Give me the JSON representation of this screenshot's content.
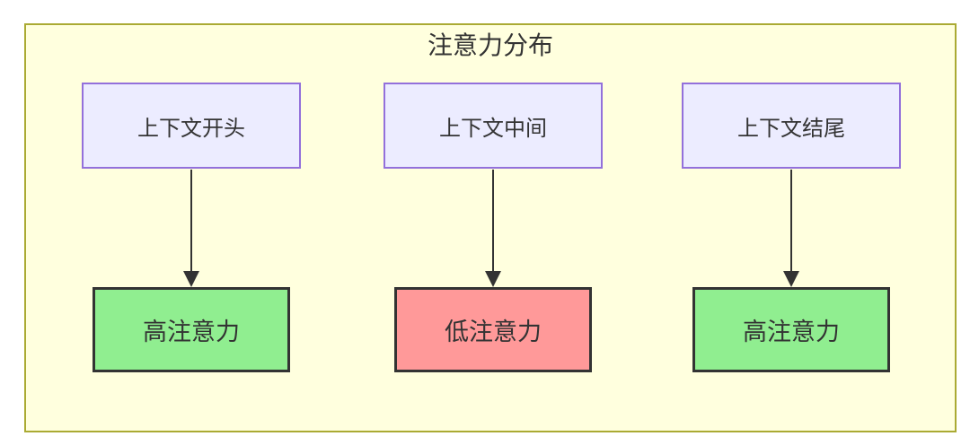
{
  "diagram": {
    "title": "注意力分布",
    "top_nodes": [
      {
        "id": "context-begin",
        "label": "上下文开头"
      },
      {
        "id": "context-middle",
        "label": "上下文中间"
      },
      {
        "id": "context-end",
        "label": "上下文结尾"
      }
    ],
    "bottom_nodes": [
      {
        "id": "high-attention-1",
        "label": "高注意力",
        "type": "high"
      },
      {
        "id": "low-attention",
        "label": "低注意力",
        "type": "low"
      },
      {
        "id": "high-attention-2",
        "label": "高注意力",
        "type": "high"
      }
    ],
    "edges": [
      {
        "from": "context-begin",
        "to": "high-attention-1"
      },
      {
        "from": "context-middle",
        "to": "low-attention"
      },
      {
        "from": "context-end",
        "to": "high-attention-2"
      }
    ],
    "colors": {
      "cluster_fill": "#ffffde",
      "cluster_border": "#aaaa33",
      "context_node_fill": "#ececff",
      "context_node_border": "#9370db",
      "high_attention_fill": "#90ee90",
      "low_attention_fill": "#ff9999",
      "status_node_border": "#333333",
      "arrow": "#333333",
      "text": "#333333"
    }
  }
}
